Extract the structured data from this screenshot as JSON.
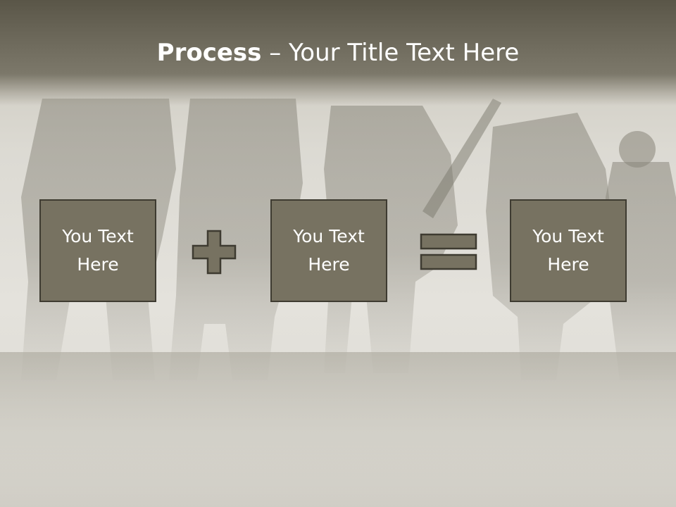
{
  "slide": {
    "title_bold": "Process",
    "title_separator": " – ",
    "title_rest": "Your Title Text Here"
  },
  "boxes": [
    {
      "line1": "You Text",
      "line2": "Here"
    },
    {
      "line1": "You Text",
      "line2": "Here"
    },
    {
      "line1": "You Text",
      "line2": "Here"
    }
  ],
  "operators": {
    "first": "plus-icon",
    "second": "equals-icon"
  },
  "colors": {
    "title_band": "#6e6a5c",
    "box_fill": "#777261",
    "box_border": "#3e3b31",
    "text": "#ffffff",
    "background": "#e4e2dc"
  }
}
